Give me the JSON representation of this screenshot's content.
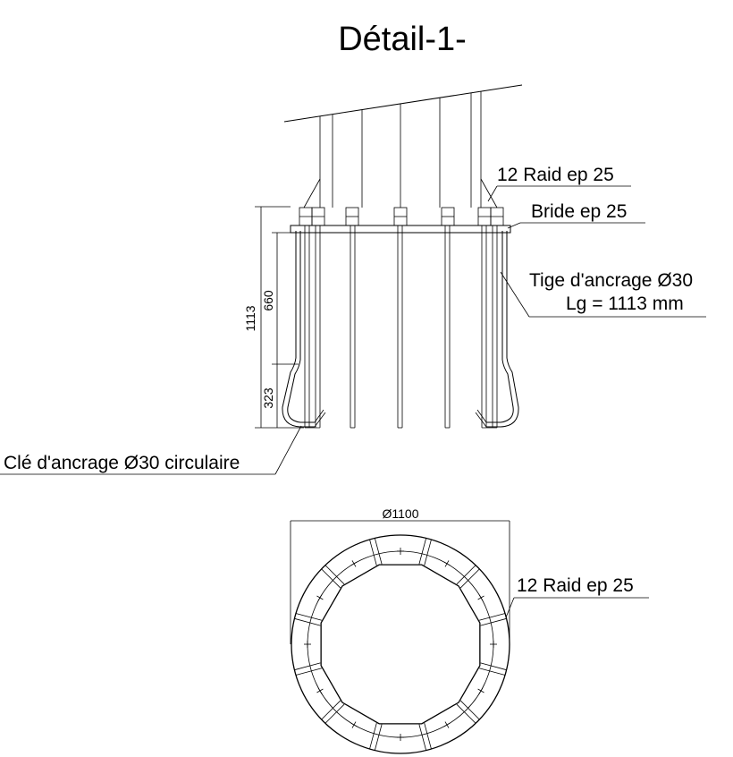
{
  "drawing": {
    "title": "Détail-1-",
    "labels": {
      "raid_top": "12 Raid  ep 25",
      "bride": "Bride ep 25",
      "tige_line1": "Tige d'ancrage Ø30",
      "tige_line2": "Lg = 1113 mm",
      "cle": "Clé d'ancrage Ø30 circulaire",
      "raid_bottom": "12 Raid ep 25"
    },
    "dimensions": {
      "total_length": "1113",
      "upper_length": "660",
      "lower_length": "323",
      "diameter": "Ø1100"
    }
  }
}
